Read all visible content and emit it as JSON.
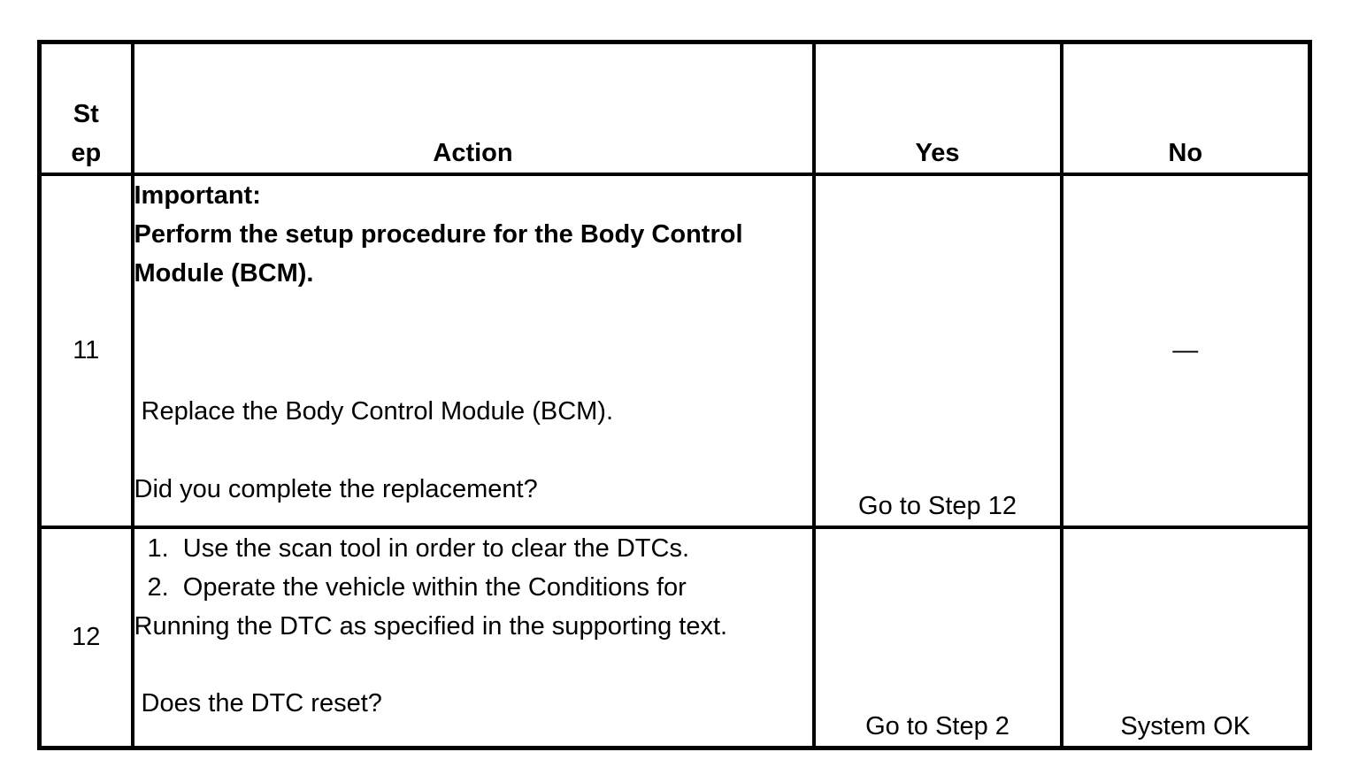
{
  "table": {
    "headers": {
      "step": "St\nep",
      "action": "Action",
      "yes": "Yes",
      "no": "No"
    },
    "rows": [
      {
        "step": "11",
        "action": {
          "important": "Important:\nPerform the setup procedure for the Body Control\nModule (BCM).",
          "replace": "Replace the Body Control Module (BCM).",
          "question": "Did you complete the replacement?"
        },
        "yes": "Go to Step 12",
        "no": "—"
      },
      {
        "step": "12",
        "action": {
          "item1": "1.  Use the scan tool in order to clear the DTCs.",
          "item2": "2.  Operate the vehicle within the Conditions for",
          "item2_cont": "Running the DTC as specified in the supporting text.",
          "question": "Does the DTC reset?"
        },
        "yes": "Go to Step 2",
        "no": "System OK"
      }
    ]
  },
  "colors": {
    "text": "#000000",
    "border": "#000000",
    "background": "#ffffff"
  }
}
